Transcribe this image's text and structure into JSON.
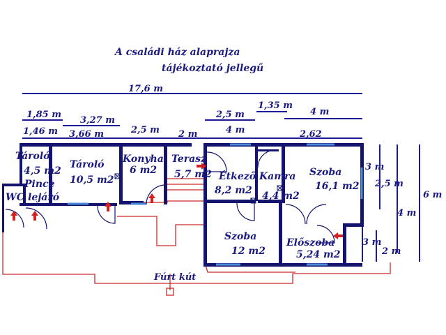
{
  "title": {
    "line1": "A családi ház alaprajza",
    "line2": "tájékoztató jellegű"
  },
  "dimensions": {
    "total_width": "17,6 m",
    "d_1_85": "1,85 m",
    "d_1_46": "1,46 m",
    "d_3_27": "3,27 m",
    "d_3_66": "3,66 m",
    "d_2_5_top": "2,5 m",
    "d_2_5_mid": "2,5 m",
    "d_2_m": "2 m",
    "d_1_35": "1,35 m",
    "d_4_top": "4 m",
    "d_4_mid": "4 m",
    "d_2_62": "2,62",
    "right_3m_top": "3 m",
    "right_2_5m": "2,5 m",
    "right_4m": "4 m",
    "right_6m": "6 m",
    "right_3m_bot": "3 m",
    "right_2m": "2 m"
  },
  "rooms": {
    "taroló_small": {
      "name": "Tároló",
      "area": "4,5 m2"
    },
    "pince": {
      "name": "Pince",
      "sub": "lejáró"
    },
    "wc": {
      "name": "WC"
    },
    "taroló_big": {
      "name": "Tároló",
      "area": "10,5 m2"
    },
    "konyha": {
      "name": "Konyha",
      "area": "6 m2"
    },
    "terasz": {
      "name": "Terasz",
      "area": "5,7 m2"
    },
    "etkezo": {
      "name": "Étkező",
      "area": "8,2 m2"
    },
    "kamra": {
      "name": "Kamra",
      "area": "4,4 m2"
    },
    "szoba_big": {
      "name": "Szoba",
      "area": "16,1 m2"
    },
    "szoba_small": {
      "name": "Szoba",
      "area": "12 m2"
    },
    "eloszoba": {
      "name": "Előszoba",
      "area": "5,24 m2"
    }
  },
  "well_label": "Fúrt kút",
  "colors": {
    "wall": "#14146e",
    "dimension_line": "#1a1a9a",
    "text": "#1a1a80",
    "boundary": "#cc2a2a",
    "window": "#4a8ad8",
    "entry_arrow": "#d62020"
  }
}
